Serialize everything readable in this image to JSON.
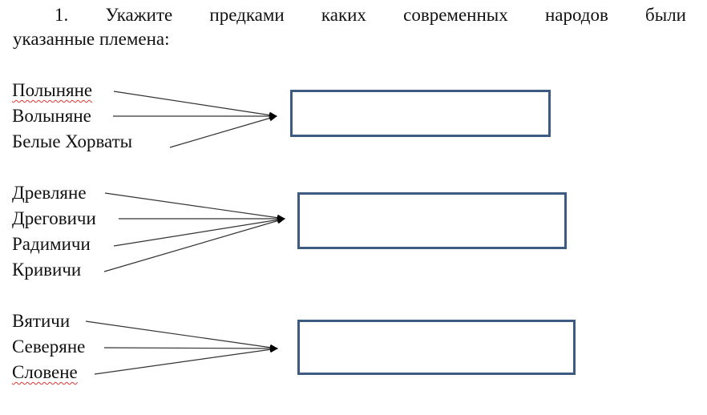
{
  "question": {
    "line1": "1. Укажите предками каких современных народов были",
    "line2": "указанные племена:"
  },
  "groups": [
    {
      "tribes": [
        "Полыняне",
        "Волыняне",
        "Белые Хорваты"
      ],
      "answer": ""
    },
    {
      "tribes": [
        "Древляне",
        "Дреговичи",
        "Радимичи",
        "Кривичи"
      ],
      "answer": ""
    },
    {
      "tribes": [
        "Вятичи",
        "Северяне",
        "Словене"
      ],
      "answer": ""
    }
  ],
  "colors": {
    "box_border": "#3d5a80",
    "spellcheck": "#dd3333"
  }
}
